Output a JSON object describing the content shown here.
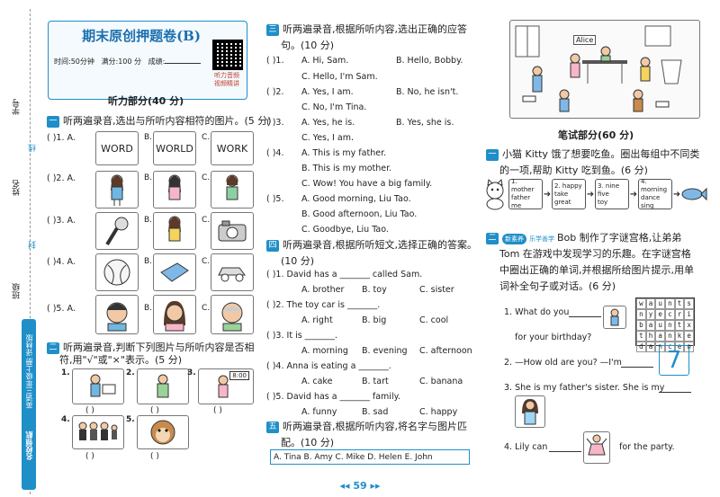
{
  "sidebar": {
    "brand": "名校领航",
    "subtitle": "英语三年级上册 译林版",
    "labels": [
      "学号",
      "姓名",
      "班级"
    ],
    "marks": [
      "线",
      "封",
      "密"
    ]
  },
  "header": {
    "title": "期末原创押题卷(B)",
    "time_label": "时间:50分钟",
    "score_label": "满分:100 分",
    "result_label": "成绩:",
    "qr_caption_1": "听力音频",
    "qr_caption_2": "视频精讲"
  },
  "listening": {
    "title": "听力部分(40 分)"
  },
  "s1": {
    "num": "一",
    "text": "听两遍录音,选出与所听内容相符的图片。(5 分)",
    "items": [
      {
        "no": "( )1. A.",
        "b": "B.",
        "c": "C.",
        "a_word": "WORD",
        "b_word": "WORLD",
        "c_word": "WORK"
      },
      {
        "no": "( )2. A.",
        "b": "B.",
        "c": "C."
      },
      {
        "no": "( )3. A.",
        "b": "B.",
        "c": "C."
      },
      {
        "no": "( )4. A.",
        "b": "B.",
        "c": "C."
      },
      {
        "no": "( )5. A.",
        "b": "B.",
        "c": "C."
      }
    ]
  },
  "s2": {
    "num": "二",
    "text1": "听两遍录音,判断下列图片与所听内容是否相",
    "text2": "符,用\"√\"或\"×\"表示。(5 分)",
    "nums": [
      "1.",
      "2.",
      "3.",
      "4.",
      "5."
    ],
    "paren": "( )",
    "clock": "8:00"
  },
  "s3": {
    "num": "三",
    "text1": "听两遍录音,根据所听内容,选出正确的应答",
    "text2": "句。(10 分)",
    "items": [
      {
        "no": "( )1.",
        "a": "A. Hi, Sam.",
        "b": "B. Hello, Bobby.",
        "c": "C. Hello, I'm Sam."
      },
      {
        "no": "( )2.",
        "a": "A. Yes, I am.",
        "b": "B. No, he isn't.",
        "c": "C. No, I'm Tina."
      },
      {
        "no": "( )3.",
        "a": "A. Yes, he is.",
        "b": "B. Yes, she is.",
        "c": "C. Yes, I am."
      },
      {
        "no": "( )4.",
        "a": "A. This is my father.",
        "b": "B. This is my mother.",
        "c": "C. Wow! You have a big family."
      },
      {
        "no": "( )5.",
        "a": "A. Good morning, Liu Tao.",
        "b": "B. Good afternoon, Liu Tao.",
        "c": "C. Goodbye, Liu Tao."
      }
    ]
  },
  "s4": {
    "num": "四",
    "text1": "听两遍录音,根据所听短文,选择正确的答案。",
    "text2": "(10 分)",
    "items": [
      {
        "q": "( )1. David has a _______ called Sam.",
        "a": "A. brother",
        "b": "B. toy",
        "c": "C. sister"
      },
      {
        "q": "( )2. The toy car is _______.",
        "a": "A. right",
        "b": "B. big",
        "c": "C. cool"
      },
      {
        "q": "( )3. It is _______.",
        "a": "A. morning",
        "b": "B. evening",
        "c": "C. afternoon"
      },
      {
        "q": "( )4. Anna is eating a _______.",
        "a": "A. cake",
        "b": "B. tart",
        "c": "C. banana"
      },
      {
        "q": "( )5. David has a _______ family.",
        "a": "A. funny",
        "b": "B. sad",
        "c": "C. happy"
      }
    ]
  },
  "s5": {
    "num": "五",
    "text1": "听两遍录音,根据所听内容,将名字与图片匹",
    "text2": "配。(10 分)",
    "options": "A. Tina B. Amy C. Mike D. Helen E. John"
  },
  "scene": {
    "alice": "Alice"
  },
  "written": {
    "title": "笔试部分(60 分)"
  },
  "s6": {
    "num": "一",
    "text1": "小猫 Kitty 饿了想要吃鱼。圈出每组中不同类",
    "text2": "的一项,帮助 Kitty 吃到鱼。(6 分)",
    "groups": [
      [
        "1. mother",
        "father",
        "me"
      ],
      [
        "2. happy",
        "take",
        "great"
      ],
      [
        "3. nine",
        "five",
        "toy"
      ],
      [
        "4. morning",
        "dance",
        "sing"
      ]
    ]
  },
  "s7": {
    "num": "二",
    "badge": "新素养",
    "badge2": "乐学善学",
    "text1": "Bob 制作了字谜宫格,让弟弟",
    "text2": "Tom 在游戏中发现学习的乐趣。在字谜宫格",
    "text3": "中圈出正确的单词,并根据所给图片提示,用单",
    "text4": "词补全句子或对话。(6 分)",
    "grid": [
      [
        "w",
        "a",
        "u",
        "n",
        "t",
        "s"
      ],
      [
        "n",
        "y",
        "e",
        "c",
        "r",
        "i"
      ],
      [
        "b",
        "a",
        "u",
        "n",
        "t",
        "x"
      ],
      [
        "t",
        "h",
        "a",
        "n",
        "k",
        "e"
      ],
      [
        "d",
        "a",
        "n",
        "c",
        "e",
        "n"
      ]
    ],
    "q1a": "1. What do you",
    "q1b": "for your birthday?",
    "q2a": "2. —How old are you? —I'm",
    "q2num": "7",
    "q3": "3. She is my father's sister. She is my",
    "q4a": "4. Lily can",
    "q4b": "for the party."
  },
  "footer": {
    "page": "59"
  }
}
